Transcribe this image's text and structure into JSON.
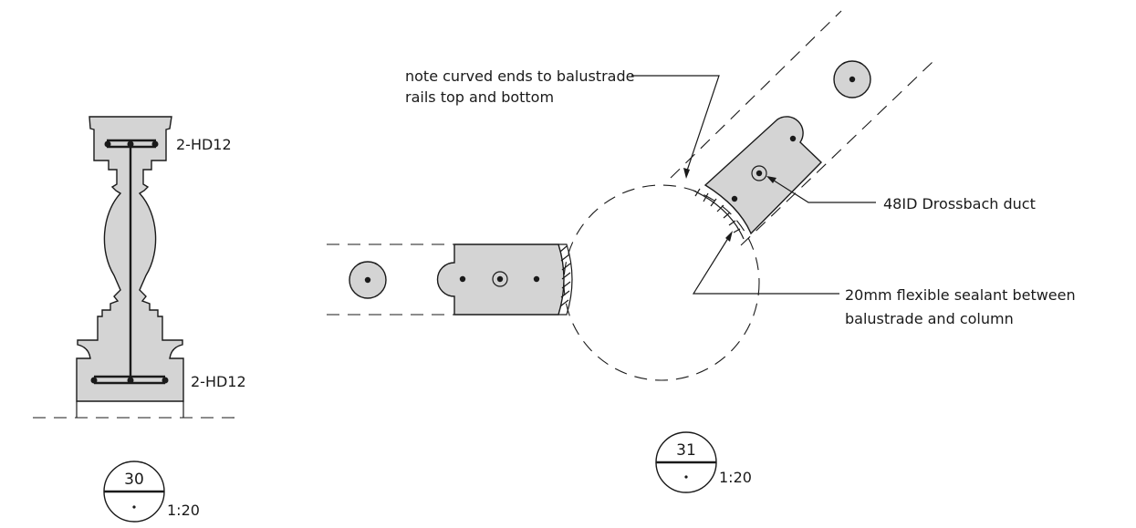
{
  "annotations": {
    "curved_ends_line1": "note curved ends to balustrade",
    "curved_ends_line2": "rails top and bottom",
    "duct": "48ID Drossbach duct",
    "sealant_line1": "20mm flexible sealant between",
    "sealant_line2": "balustrade and column",
    "bar_top": "2-HD12",
    "bar_bottom": "2-HD12"
  },
  "detail_tags": [
    {
      "number": "30",
      "scale": "1:20"
    },
    {
      "number": "31",
      "scale": "1:20"
    }
  ],
  "colors": {
    "line": "#1a1a1a",
    "concrete_fill": "#d4d4d4",
    "background": "#ffffff"
  }
}
